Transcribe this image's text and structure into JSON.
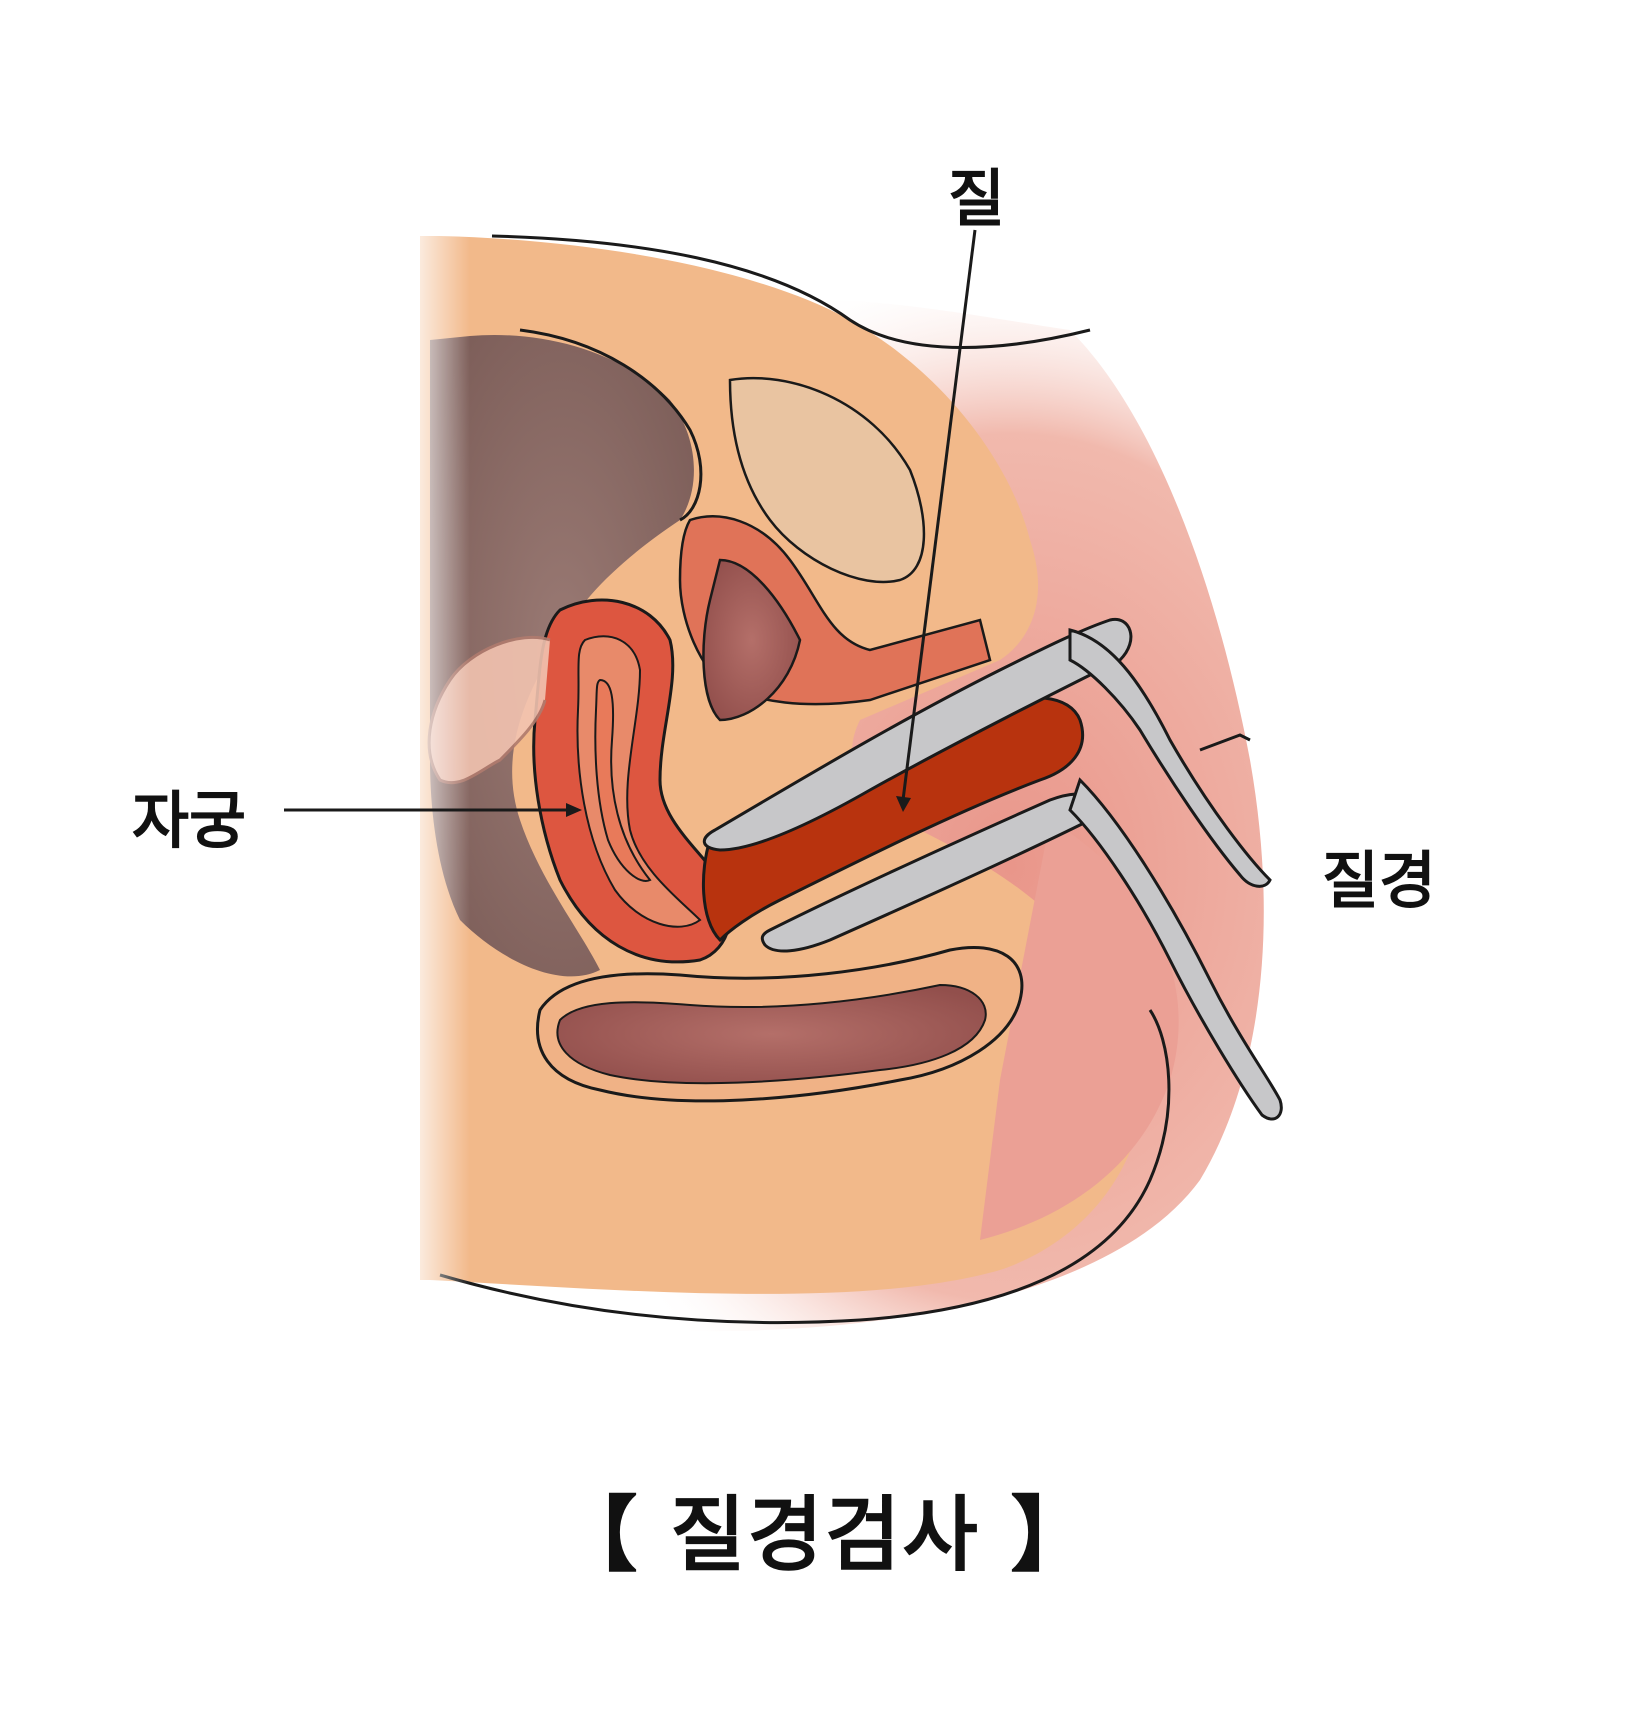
{
  "labels": {
    "vagina": "질",
    "uterus": "자궁",
    "speculum": "질경"
  },
  "caption": "【 질경검사 】",
  "colors": {
    "skin": "#f2b98a",
    "skin_shade": "#e9a06c",
    "pink_tissue": "#eaa39a",
    "dark_cavity": "#8e6e69",
    "uterus_red": "#dd5640",
    "uterus_lining": "#e87a5a",
    "vagina_canal": "#b8330e",
    "bladder_inner": "#a8615e",
    "speculum_steel": "#c7c7c9",
    "outline": "#1a1a1a"
  }
}
